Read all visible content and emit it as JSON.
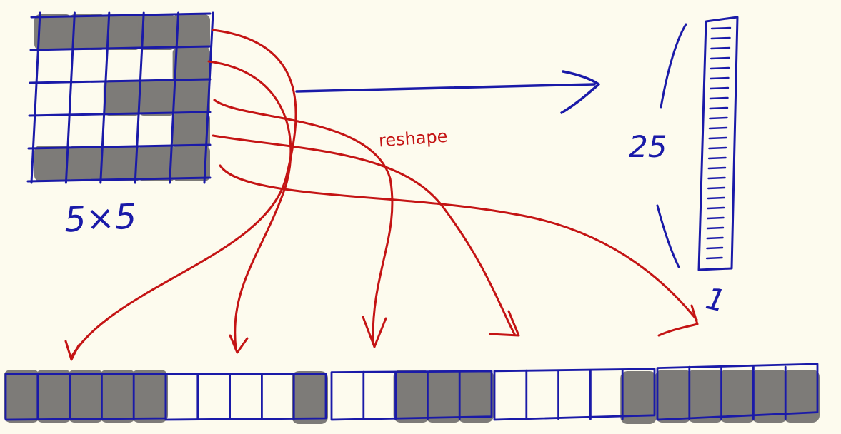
{
  "labels": {
    "matrix_size": "5×5",
    "operation": "reshape",
    "column_length": "25",
    "column_width": "1"
  },
  "grid": {
    "rows": 5,
    "cols": 5,
    "cells": [
      [
        1,
        1,
        1,
        1,
        1
      ],
      [
        0,
        0,
        0,
        0,
        1
      ],
      [
        0,
        0,
        1,
        1,
        1
      ],
      [
        0,
        0,
        0,
        0,
        1
      ],
      [
        1,
        1,
        1,
        1,
        1
      ]
    ]
  },
  "colors": {
    "ink_blue": "#1a1aa8",
    "ink_red": "#c41414",
    "cell_fill": "#7d7b78",
    "background": "#fdfbee"
  }
}
